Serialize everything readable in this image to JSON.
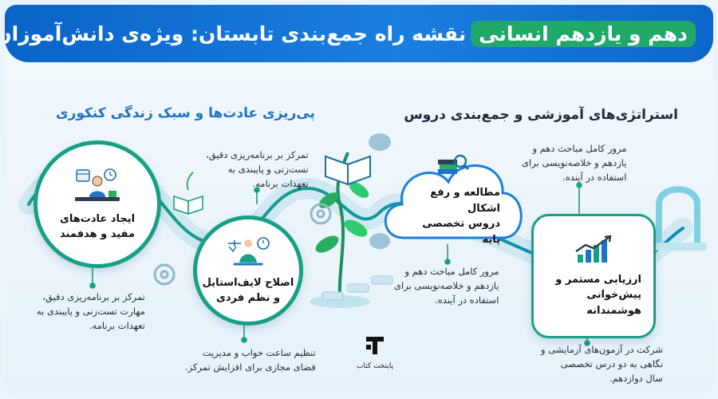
{
  "header": {
    "title_main": "نقشه راه جمع‌بندی تابستان: ویژه‌ی دانش‌آموزان",
    "title_highlight": "دهم و یازدهم انسانی"
  },
  "sections": {
    "right_title": "استراتژی‌های آموزشی و جمع‌بندی دروس",
    "left_title": "پی‌ریزی عادت‌ها و سبک زندگی کنکوری"
  },
  "nodes": {
    "habits": {
      "lines": [
        "ایجاد عادت‌های",
        "مفید و هدفمند"
      ],
      "icon": "student-desk-icon"
    },
    "lifestyle": {
      "lines": [
        "اصلاح لایف‌استایل",
        "و نظم فردی"
      ],
      "icon": "meditation-person-icon"
    },
    "study": {
      "lines": [
        "مطالعه و رفع اشکال",
        "دروس تخصصی پایه"
      ],
      "icon": "books-search-icon"
    },
    "evaluate": {
      "lines": [
        "ارزیابی مستمر و",
        "پیش‌خوانی هوشمندانه"
      ],
      "icon": "growth-chart-icon"
    }
  },
  "descriptions": {
    "top_middle": [
      "تمرکز بر برنامه‌ریزی دقیق،",
      "تست‌زنی و پایبندی به",
      "تعهدات برنامه."
    ],
    "bottom_left": [
      "تمرکز بر برنامه‌ریزی دقیق،",
      "مهارت تست‌زنی و پایبندی به",
      "تعهدات برنامه."
    ],
    "bottom_middle_left": [
      "تنظیم ساعت خواب و مدیریت",
      "فضای مجازی برای افزایش تمرکز."
    ],
    "top_right": [
      "مرور کامل مباحث دهم و",
      "یازدهم و خلاصه‌نویسی برای",
      "استفاده در آینده."
    ],
    "middle_right": [
      "مرور کامل مباحث دهم و",
      "یازدهم و خلاصه‌نویسی برای",
      "استفاده در آینده."
    ],
    "bottom_right": [
      "شرکت در آزمون‌های آزمایشی و",
      "نگاهی به دو درس تخصصی",
      "سال دوازدهم."
    ]
  },
  "logo": {
    "text": "پایتخت کتاب",
    "icon": "paytakht-logo-icon"
  },
  "colors": {
    "header_blue": "#0a63c9",
    "highlight_green": "#1fa86a",
    "path_teal": "#16a085",
    "left_title_blue": "#1e73c8"
  }
}
